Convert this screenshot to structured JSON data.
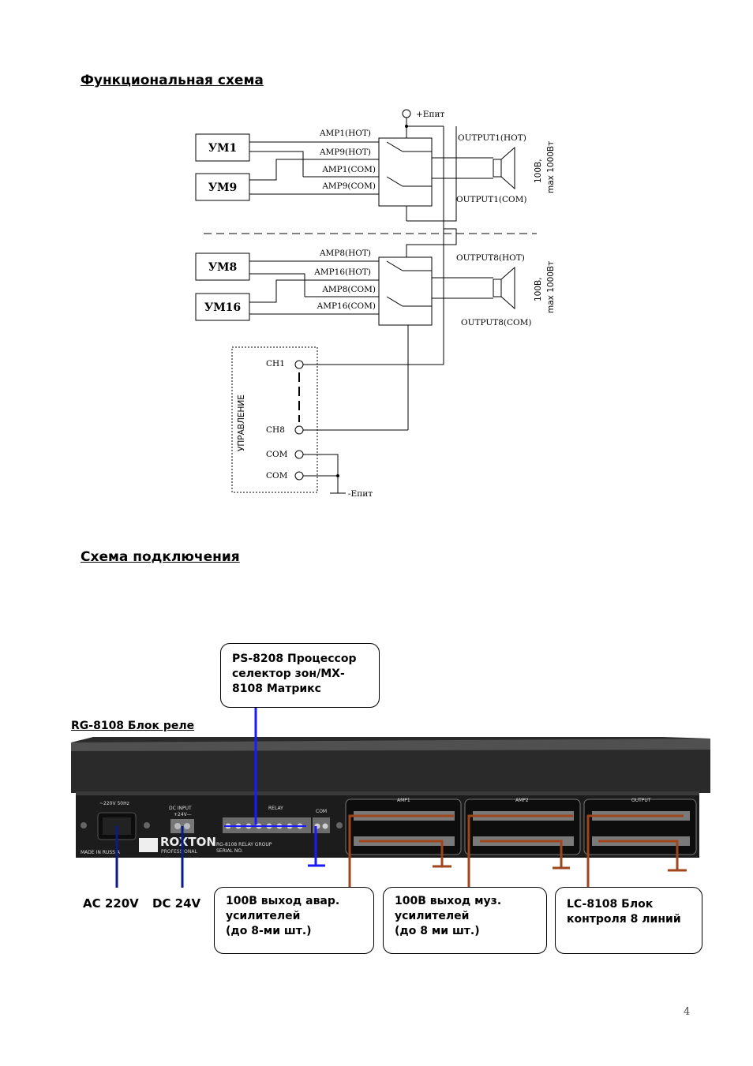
{
  "headings": {
    "functional": "Функциональная схема",
    "connection": "Схема подключения"
  },
  "schematic": {
    "supply_plus": "+Епит",
    "supply_minus": "-Епит",
    "amps": [
      "УМ1",
      "УМ9",
      "УМ8",
      "УМ16"
    ],
    "group1": {
      "amp_hot_a": "AMP1(HOT)",
      "amp_hot_b": "AMP9(HOT)",
      "amp_com_a": "AMP1(COM)",
      "amp_com_b": "AMP9(COM)",
      "out_hot": "OUTPUT1(HOT)",
      "out_com": "OUTPUT1(COM)",
      "spk_rating_1": "100В,",
      "spk_rating_2": "max 1000Вт"
    },
    "group8": {
      "amp_hot_a": "AMP8(HOT)",
      "amp_hot_b": "AMP16(HOT)",
      "amp_com_a": "AMP8(COM)",
      "amp_com_b": "AMP16(COM)",
      "out_hot": "OUTPUT8(HOT)",
      "out_com": "OUTPUT8(COM)",
      "spk_rating_1": "100В,",
      "spk_rating_2": "max 1000Вт"
    },
    "control": {
      "title": "УПРАВЛЕНИЕ",
      "ch1": "CH1",
      "ch8": "CH8",
      "com1": "COM",
      "com2": "COM"
    }
  },
  "connection": {
    "rg_label": "RG-8108 Блок реле",
    "ps_callout": [
      "PS-8208 Процессор",
      "селектор зон/МХ-",
      "8108 Матрикс"
    ],
    "ac_label": "AC 220V",
    "dc_label": "DC 24V",
    "callout_avar": [
      "100В выход авар.",
      "усилителей",
      "(до 8-ми шт.)"
    ],
    "callout_muz": [
      "100В выход муз.",
      "усилителей",
      "(до 8 ми шт.)"
    ],
    "callout_lc": [
      "LC-8108 Блок",
      "контроля 8 линий"
    ],
    "device": {
      "power_label": "~220V 50Hz",
      "dc_input": "DC INPUT",
      "dc_volt": "+24V—",
      "relay": "RELAY",
      "com": "COM",
      "brand": "ROXTON",
      "brand_sub": "PROFESSIONAL",
      "made_in": "MADE IN RUSSIA",
      "model": "RG-8108   RELAY GROUP",
      "serial": "SERIAL NO.",
      "amp1": "AMP1",
      "amp2": "AMP2",
      "output": "OUTPUT"
    },
    "colors": {
      "blue": "#1a1aff",
      "navy": "#0a1a8a",
      "brown": "#a0461c"
    }
  },
  "page_number": "4"
}
